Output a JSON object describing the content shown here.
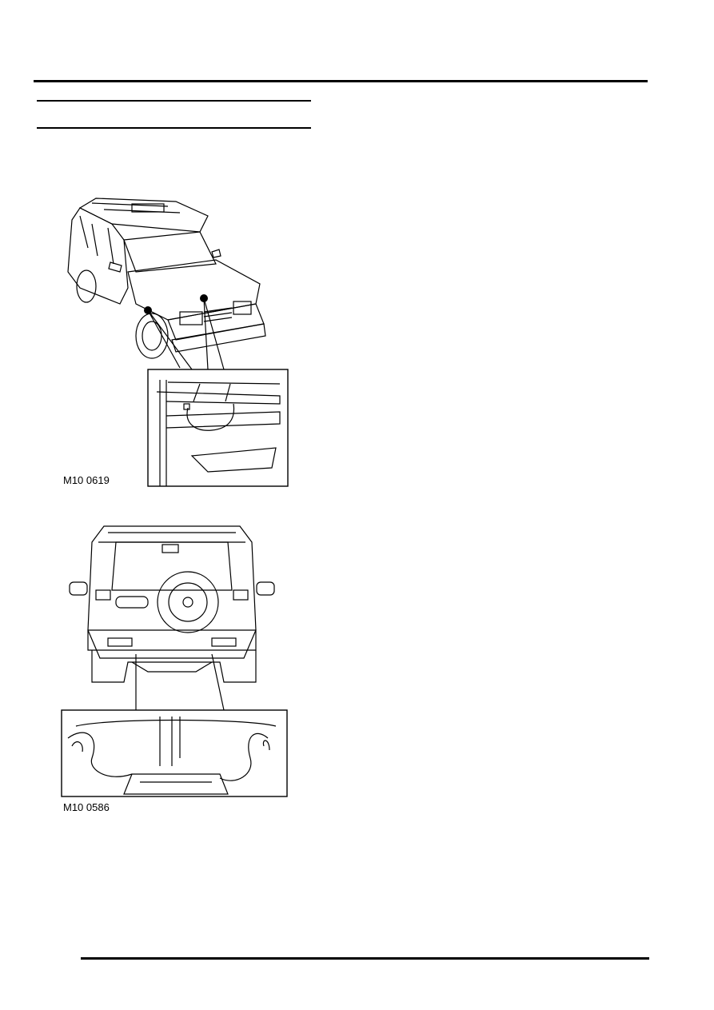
{
  "page": {
    "figures": [
      {
        "id": "front",
        "caption": "M10 0619",
        "icon": "vehicle-front-three-quarter-lifting-points-illustration"
      },
      {
        "id": "rear",
        "caption": "M10 0586",
        "icon": "vehicle-rear-lifting-points-illustration"
      }
    ]
  }
}
